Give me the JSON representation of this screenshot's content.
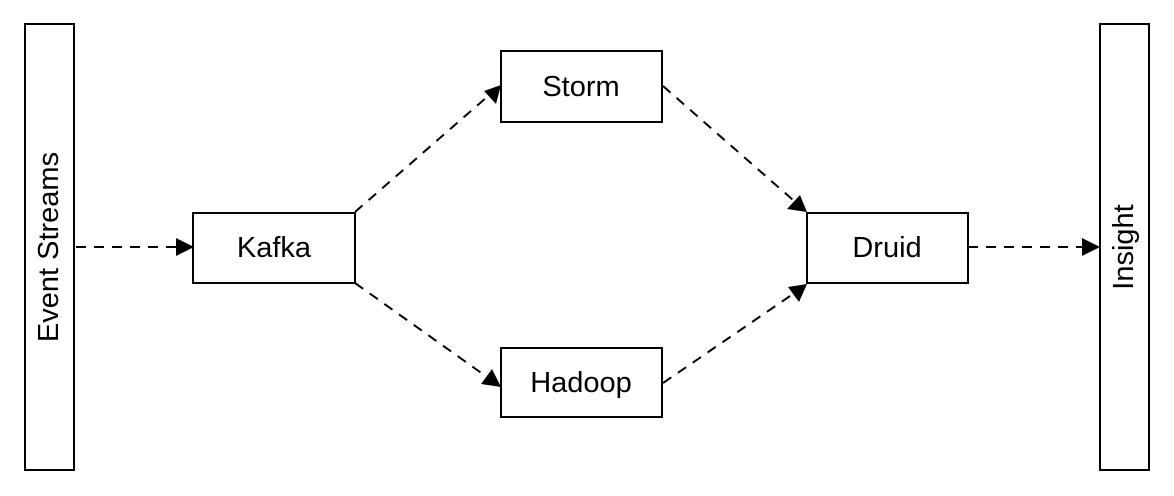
{
  "nodes": {
    "event_streams": "Event Streams",
    "kafka": "Kafka",
    "storm": "Storm",
    "hadoop": "Hadoop",
    "druid": "Druid",
    "insight": "Insight"
  },
  "edges": [
    {
      "from": "event_streams",
      "to": "kafka"
    },
    {
      "from": "kafka",
      "to": "storm"
    },
    {
      "from": "kafka",
      "to": "hadoop"
    },
    {
      "from": "storm",
      "to": "druid"
    },
    {
      "from": "hadoop",
      "to": "druid"
    },
    {
      "from": "druid",
      "to": "insight"
    }
  ]
}
